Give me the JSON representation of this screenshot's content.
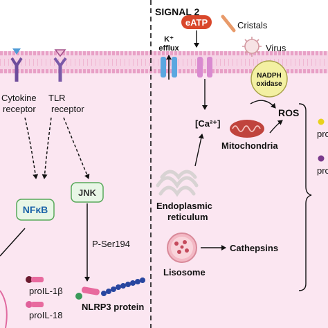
{
  "signal2": {
    "title": "SIGNAL 2"
  },
  "receptors": {
    "cytokine": [
      "Cytokine",
      "receptor"
    ],
    "tlr": [
      "TLR",
      "receptor"
    ]
  },
  "nodes": {
    "nfkb": "NFκB",
    "jnk": "JNK",
    "p_ser194": "P-Ser194",
    "nlrp3_protein": "NLRP3 protein",
    "pro_il1b": "proIL-1β",
    "pro_il18": "proIL-18"
  },
  "signal2_items": {
    "eatp": "eATP",
    "cristals": "Cristals",
    "virus": "Virus",
    "k_efflux": [
      "K⁺",
      "efflux"
    ],
    "nadph": [
      "NADPH",
      "oxidase"
    ],
    "ros": "ROS",
    "calcium": "[Ca²⁺]",
    "mitochondria": "Mitochondria",
    "er": [
      "Endoplasmic",
      "reticulum"
    ],
    "cathepsins": "Cathepsins",
    "lisosome": "Lisosome"
  },
  "right_edge_labels": [
    "pro",
    "pro"
  ],
  "colors": {
    "cytoplasm": "#fbe6f1",
    "membrane_head": "#e8a0c6",
    "membrane_tail": "#f4c7dd",
    "node_fill": "#e8f6e6",
    "node_stroke": "#58a85a",
    "nfkb_text": "#1b63a8",
    "jnk_text": "#333333",
    "eatp": "#d9472b",
    "nadph": "#f3f0a2",
    "mitochondria": "#c0443d",
    "er": "#d8d3d3",
    "lisosome": "#f3b8c4",
    "nlrp3": "#2846a0",
    "pro_il1b_head": "#6b1a2f",
    "pro_il18_head": "#e0609a",
    "receptor_cytokine": "#6f4d9c",
    "receptor_tlr": "#7a5aa8"
  }
}
